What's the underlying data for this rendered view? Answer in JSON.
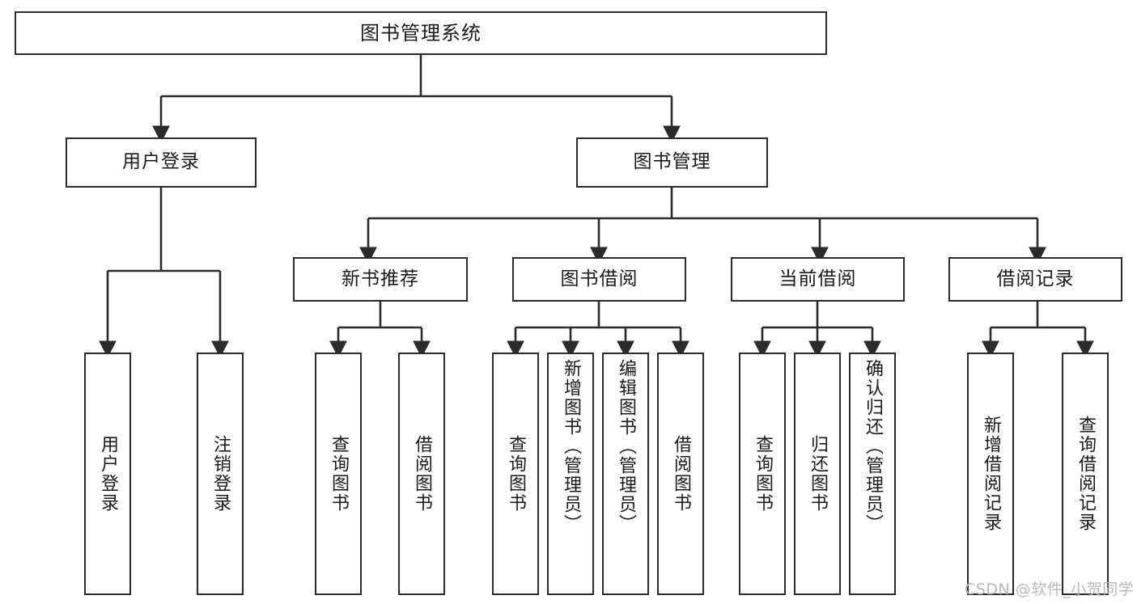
{
  "diagram": {
    "title": "图书管理系统",
    "type": "hierarchy-tree",
    "background_color": "#ffffff",
    "border_color": "#2b2b2b",
    "text_color": "#1a1a1a",
    "watermark": "CSDN @软件_小贺同学",
    "levels": [
      {
        "level": 1,
        "nodes": [
          {
            "id": "root",
            "label": "图书管理系统",
            "orientation": "horizontal"
          }
        ]
      },
      {
        "level": 2,
        "nodes": [
          {
            "id": "user-login",
            "label": "用户登录",
            "orientation": "horizontal",
            "parent": "root"
          },
          {
            "id": "book-manage",
            "label": "图书管理",
            "orientation": "horizontal",
            "parent": "root"
          }
        ]
      },
      {
        "level": 3,
        "nodes": [
          {
            "id": "new-book-rec",
            "label": "新书推荐",
            "orientation": "horizontal",
            "parent": "book-manage"
          },
          {
            "id": "book-borrow",
            "label": "图书借阅",
            "orientation": "horizontal",
            "parent": "book-manage"
          },
          {
            "id": "current-borrow",
            "label": "当前借阅",
            "orientation": "horizontal",
            "parent": "book-manage"
          },
          {
            "id": "borrow-record",
            "label": "借阅记录",
            "orientation": "horizontal",
            "parent": "book-manage"
          }
        ]
      },
      {
        "level": 4,
        "nodes": [
          {
            "id": "leaf-user-login",
            "label": "用户登录",
            "orientation": "vertical",
            "parent": "user-login"
          },
          {
            "id": "leaf-logout",
            "label": "注销登录",
            "orientation": "vertical",
            "parent": "user-login"
          },
          {
            "id": "leaf-query-book-1",
            "label": "查询图书",
            "orientation": "vertical",
            "parent": "new-book-rec"
          },
          {
            "id": "leaf-borrow-book-1",
            "label": "借阅图书",
            "orientation": "vertical",
            "parent": "new-book-rec"
          },
          {
            "id": "leaf-query-book-2",
            "label": "查询图书",
            "orientation": "vertical",
            "parent": "book-borrow"
          },
          {
            "id": "leaf-add-book",
            "label": "新增图书（管理员）",
            "orientation": "vertical",
            "parent": "book-borrow"
          },
          {
            "id": "leaf-edit-book",
            "label": "编辑图书（管理员）",
            "orientation": "vertical",
            "parent": "book-borrow"
          },
          {
            "id": "leaf-borrow-book-2",
            "label": "借阅图书",
            "orientation": "vertical",
            "parent": "book-borrow"
          },
          {
            "id": "leaf-query-book-3",
            "label": "查询图书",
            "orientation": "vertical",
            "parent": "current-borrow"
          },
          {
            "id": "leaf-return-book",
            "label": "归还图书",
            "orientation": "vertical",
            "parent": "current-borrow"
          },
          {
            "id": "leaf-confirm-return",
            "label": "确认归还（管理员）",
            "orientation": "vertical",
            "parent": "current-borrow"
          },
          {
            "id": "leaf-add-record",
            "label": "新增借阅记录",
            "orientation": "vertical",
            "parent": "borrow-record"
          },
          {
            "id": "leaf-query-record",
            "label": "查询借阅记录",
            "orientation": "vertical",
            "parent": "borrow-record"
          }
        ]
      }
    ]
  }
}
